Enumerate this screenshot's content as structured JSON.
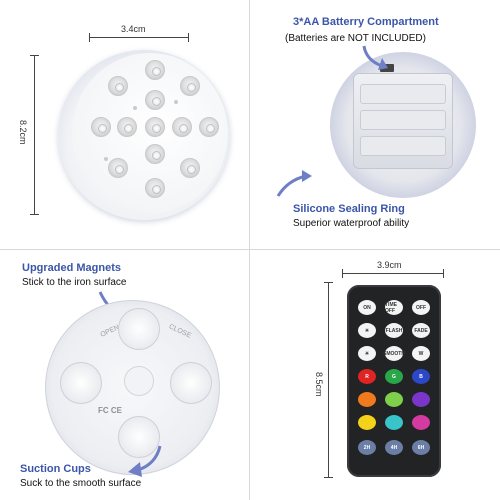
{
  "top_left": {
    "width_label": "3.4cm",
    "height_label": "8.2cm"
  },
  "top_right": {
    "heading": "3*AA Batterry Compartment",
    "subheading": "(Batteries are NOT INCLUDED)",
    "seal_heading": "Silicone Sealing Ring",
    "seal_text": "Superior waterproof ability"
  },
  "bottom_left": {
    "magnets_heading": "Upgraded Magnets",
    "magnets_text": "Stick to the iron surface",
    "cups_heading": "Suction Cups",
    "cups_text": "Suck to the smooth surface",
    "open_label": "OPEN",
    "close_label": "CLOSE"
  },
  "bottom_right": {
    "width_label": "3.9cm",
    "height_label": "8.5cm",
    "buttons": {
      "on": "ON",
      "timeoff": "TIME OFF",
      "off": "OFF",
      "flash": "FLASH",
      "fade": "FADE",
      "smooth": "SMOOTH",
      "w": "W",
      "r": "R",
      "g": "G",
      "b": "B",
      "h2": "2H",
      "h4": "4H",
      "h6": "6H"
    }
  },
  "colors": {
    "accent": "#3a56a8",
    "arrow": "#6f7fc6"
  }
}
